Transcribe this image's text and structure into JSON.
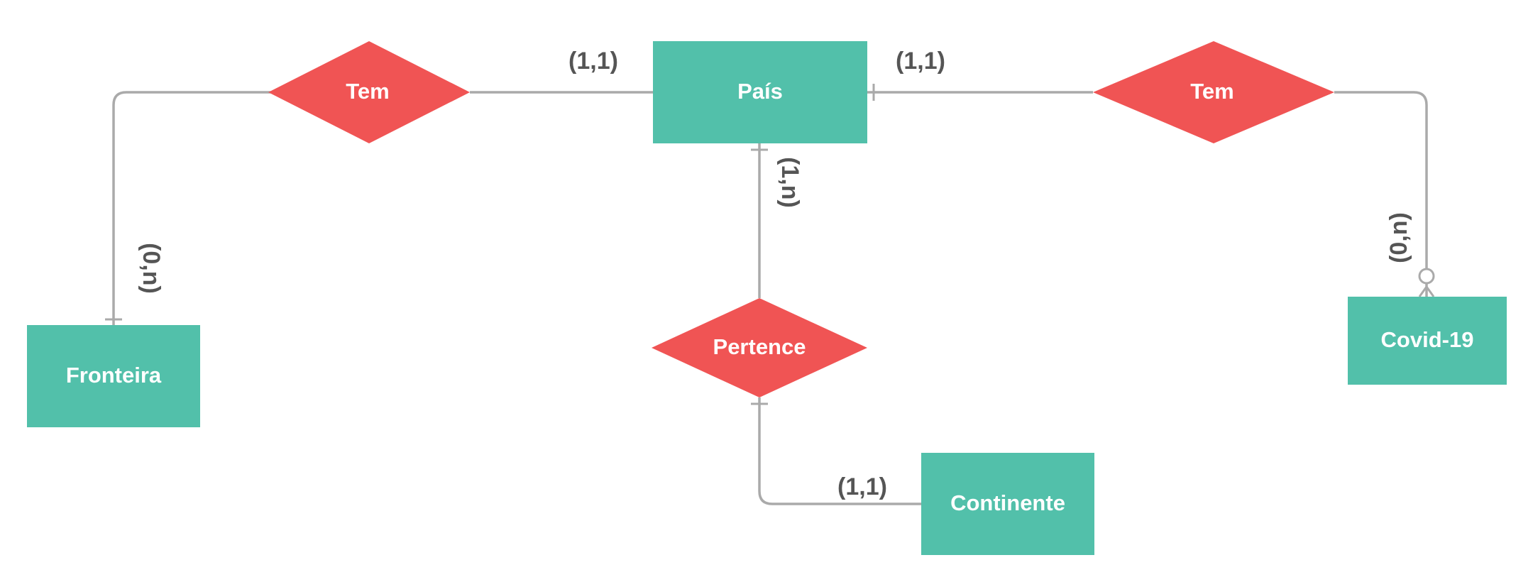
{
  "colors": {
    "entity": "#52c0aa",
    "relationship": "#f05454",
    "connector": "#aaaaaa",
    "cardinality_text": "#555555",
    "shape_text": "#ffffff"
  },
  "entities": {
    "pais": "País",
    "fronteira": "Fronteira",
    "continente": "Continente",
    "covid": "Covid-19"
  },
  "relationships": {
    "tem_left": "Tem",
    "tem_right": "Tem",
    "pertence": "Pertence"
  },
  "cardinalities": {
    "pais_left": "(1,1)",
    "pais_right": "(1,1)",
    "pais_bottom": "(1,n)",
    "fronteira": "(0,n)",
    "covid": "(0,n)",
    "continente": "(1,1)"
  }
}
